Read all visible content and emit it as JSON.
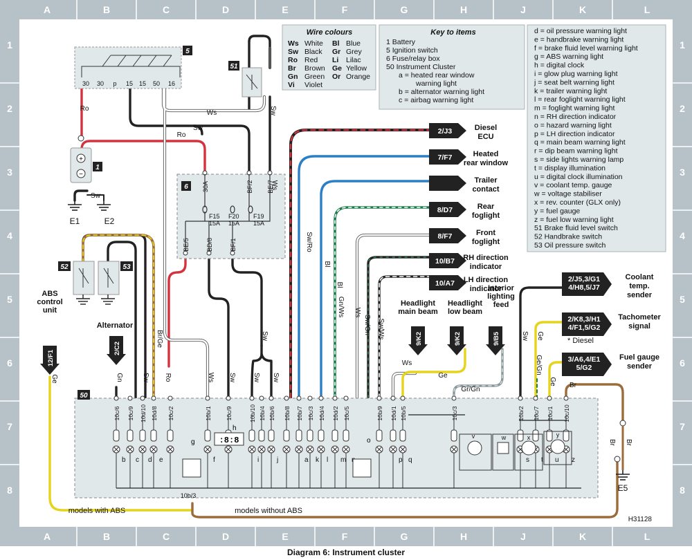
{
  "caption": "Diagram 6: Instrument cluster",
  "drawing_ref": "H31128",
  "grid": {
    "columns": [
      "A",
      "B",
      "C",
      "D",
      "E",
      "F",
      "G",
      "H",
      "J",
      "K",
      "L"
    ],
    "rows": [
      "1",
      "2",
      "3",
      "4",
      "5",
      "6",
      "7",
      "8"
    ]
  },
  "wire_colours": {
    "title": "Wire colours",
    "entries": [
      {
        "code": "Ws",
        "name": "White"
      },
      {
        "code": "Sw",
        "name": "Black"
      },
      {
        "code": "Ro",
        "name": "Red"
      },
      {
        "code": "Br",
        "name": "Brown"
      },
      {
        "code": "Gn",
        "name": "Green"
      },
      {
        "code": "Vi",
        "name": "Violet"
      },
      {
        "code": "Bl",
        "name": "Blue"
      },
      {
        "code": "Gr",
        "name": "Grey"
      },
      {
        "code": "Li",
        "name": "Lilac"
      },
      {
        "code": "Ge",
        "name": "Yellow"
      },
      {
        "code": "Or",
        "name": "Orange"
      }
    ]
  },
  "key_to_items": {
    "title": "Key to items",
    "lines": [
      "1   Battery",
      "5   Ignition switch",
      "6   Fuse/relay box",
      "50  Instrument Cluster",
      "a = heated rear window",
      "warning light",
      "b = alternator warning light",
      "c = airbag warning light"
    ],
    "right_column": [
      "d = oil pressure warning light",
      "e = handbrake warning light",
      "f = brake fluid level warning light",
      "g = ABS warning light",
      "h = digital clock",
      "i = glow plug warning light",
      "j = seat belt warning light",
      "k = trailer warning light",
      "l = rear foglight warning light",
      "m = foglight warning light",
      "n = RH direction indicator",
      "o = hazard warning light",
      "p = LH direction indicator",
      "q = main beam warning light",
      "r = dip beam warning light",
      "s = side lights warning lamp",
      "t = display illumination",
      "u = digital clock illumination",
      "v = coolant temp. gauge",
      "w = voltage stabiliser",
      "x = rev. counter (GLX only)",
      "y = fuel gauge",
      "z = fuel low warning light",
      "51 Brake fluid level switch",
      "52 Handbrake switch",
      "53 Oil pressure switch"
    ]
  },
  "components": {
    "battery": "1",
    "ignition_switch": "5",
    "fuse_box": "6",
    "cluster": "50",
    "brake_fluid_switch": "51",
    "handbrake_switch": "52",
    "oil_switch": "53",
    "earth_e1": "E1",
    "earth_e2": "E2",
    "earth_e5": "E5"
  },
  "ignition_terminals": [
    "30",
    "30",
    "p",
    "15",
    "15",
    "50",
    "16"
  ],
  "fuse_box": {
    "terminals": [
      "30A",
      "BF/2",
      "BE/7",
      "BE/5",
      "BD/8",
      "BF/1"
    ],
    "fuses": [
      {
        "name": "F15",
        "rating": "15A"
      },
      {
        "name": "F20",
        "rating": "15A"
      },
      {
        "name": "F19",
        "rating": "15A"
      }
    ]
  },
  "connectors": [
    {
      "code": "2/J3",
      "label": [
        "Diesel",
        "ECU"
      ]
    },
    {
      "code": "7/F7",
      "label": [
        "Heated",
        "rear window"
      ]
    },
    {
      "code": "",
      "label": [
        "Trailer",
        "contact"
      ]
    },
    {
      "code": "8/D7",
      "label": [
        "Rear",
        "foglight"
      ]
    },
    {
      "code": "8/F7",
      "label": [
        "Front",
        "foglight"
      ]
    },
    {
      "code": "10/B7",
      "label": [
        "RH direction",
        "indicator"
      ]
    },
    {
      "code": "10/A7",
      "label": [
        "LH direction",
        "indicator"
      ]
    },
    {
      "code": "2/J5,3/G1\n4/H8,5/J7",
      "label": [
        "Coolant",
        "temp.",
        "sender"
      ]
    },
    {
      "code": "2/K8,3/H1\n4/F1,5/G2",
      "label": [
        "Tachometer",
        "signal"
      ]
    },
    {
      "code": "3/A6,4/E1\n5/G2",
      "label": [
        "Fuel gauge",
        "sender"
      ]
    }
  ],
  "down_arrows": [
    {
      "code": "9/K2",
      "label": [
        "Headlight",
        "main beam"
      ]
    },
    {
      "code": "9/K2",
      "label": [
        "Headlight",
        "low beam"
      ]
    },
    {
      "code": "9/B5",
      "label": [
        "Interior",
        "lighting",
        "feed"
      ]
    },
    {
      "code": "12/F1",
      "label": [
        "ABS",
        "control",
        "unit"
      ]
    },
    {
      "code": "2/C2",
      "label": [
        "Alternator"
      ]
    }
  ],
  "notes": {
    "diesel": "* Diesel",
    "with_abs": "models with ABS",
    "without_abs": "models without ABS",
    "splice": "10b/3"
  },
  "cluster_pins": [
    "10c/6",
    "10c/9",
    "10d/10",
    "10d/8",
    "10c/2",
    "10b/1",
    "10c/9",
    "10b/10",
    "10b/4",
    "10b/6",
    "10b/8",
    "10b/7",
    "10c/3",
    "10d/4",
    "10d/2",
    "10c/5",
    "10b/9",
    "10d/1",
    "10b/5",
    "10c/3",
    "10b/2",
    "10c/7",
    "10c/1",
    "10c/10"
  ],
  "wire_labels": [
    "Ro",
    "Sw",
    "Ws",
    "Ro",
    "Sw",
    "Ws",
    "Sw",
    "Sw/Ro",
    "Bl",
    "Bl",
    "Gn/Ws",
    "Ws",
    "Sw/Gn",
    "Sw/Ws",
    "Ws",
    "Ge",
    "Gr/Gn",
    "Sw",
    "Ge",
    "Ge/Gn",
    "Ge",
    "Br",
    "Br",
    "Br",
    "Br/Ge",
    "Sw",
    "Ro",
    "Gn",
    "Ge",
    "Ws",
    "Sw",
    "Sw",
    "Sw",
    "Sw"
  ],
  "colors": {
    "frame": "#b7c2c8",
    "panel": "#e1e8ea",
    "black_wire": "#222222",
    "red_wire": "#d3323f",
    "blue_wire": "#2b7fc4",
    "white_wire": "#ffffff",
    "green_wire": "#1d7a4b",
    "yellow_wire": "#e6d31c",
    "brown_wire": "#9b6b3b",
    "grey_wire": "#8a969b"
  }
}
